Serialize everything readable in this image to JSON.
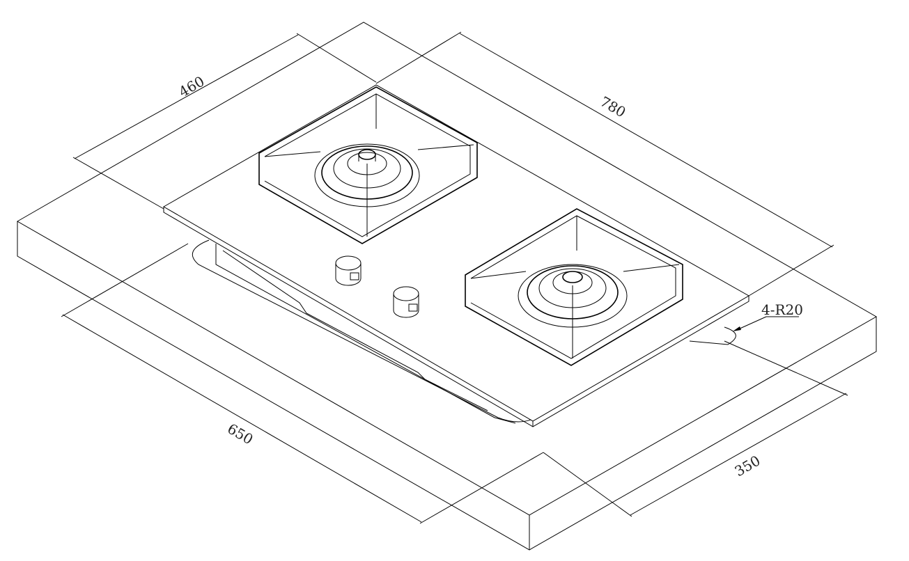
{
  "drawing": {
    "title": "Built-in gas hob installation drawing",
    "dimensions": {
      "depth_outer": "460",
      "width_outer": "780",
      "cutout_width": "650",
      "cutout_depth": "350",
      "corner_radius": "4-R20"
    },
    "burners": 2,
    "knobs": 2
  }
}
